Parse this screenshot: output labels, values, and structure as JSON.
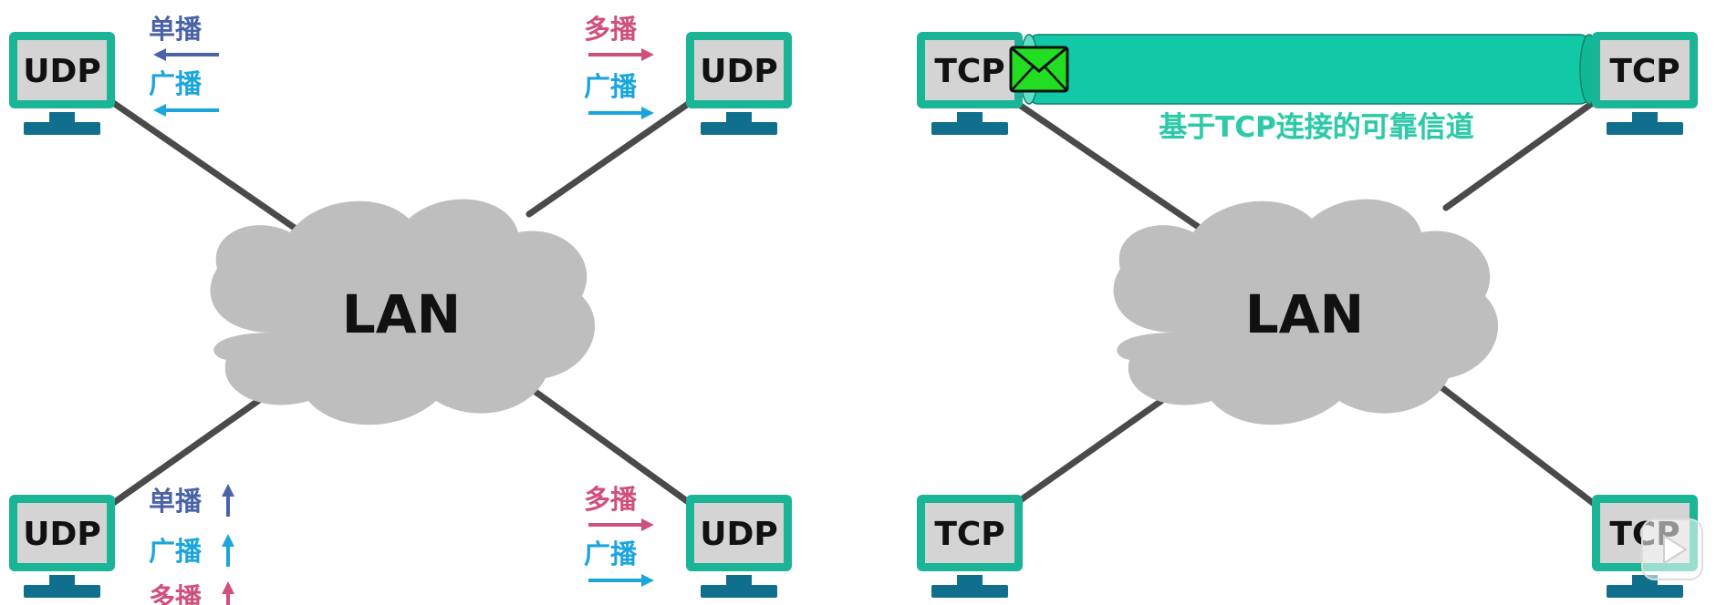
{
  "colors": {
    "teal": "#19b596",
    "screen": "#d4d4d4",
    "base": "#0f6f8c",
    "cloud": "#bebebe",
    "link": "#4a4a4a",
    "unicast": "#4a62a8",
    "broadcast": "#1aa6dd",
    "multicast": "#d0507a",
    "tunnel": "#11c9a6",
    "envelope": "#22dd22"
  },
  "udp_panel": {
    "cloud_label": "LAN",
    "hosts": [
      {
        "id": "top-left",
        "label": "UDP"
      },
      {
        "id": "top-right",
        "label": "UDP"
      },
      {
        "id": "bottom-left",
        "label": "UDP"
      },
      {
        "id": "bottom-right",
        "label": "UDP"
      }
    ],
    "top_left_tags": [
      {
        "text": "单播",
        "kind": "unicast",
        "arrow": "left"
      },
      {
        "text": "广播",
        "kind": "broadcast",
        "arrow": "left"
      }
    ],
    "top_right_tags": [
      {
        "text": "多播",
        "kind": "multicast",
        "arrow": "right"
      },
      {
        "text": "广播",
        "kind": "broadcast",
        "arrow": "right"
      }
    ],
    "bottom_left_tags": [
      {
        "text": "单播",
        "kind": "unicast",
        "arrow": "up"
      },
      {
        "text": "广播",
        "kind": "broadcast",
        "arrow": "up"
      },
      {
        "text": "多播",
        "kind": "multicast",
        "arrow": "up"
      }
    ],
    "bottom_right_tags": [
      {
        "text": "多播",
        "kind": "multicast",
        "arrow": "right"
      },
      {
        "text": "广播",
        "kind": "broadcast",
        "arrow": "right"
      }
    ]
  },
  "tcp_panel": {
    "cloud_label": "LAN",
    "hosts": [
      {
        "id": "top-left",
        "label": "TCP"
      },
      {
        "id": "top-right",
        "label": "TCP"
      },
      {
        "id": "bottom-left",
        "label": "TCP"
      },
      {
        "id": "bottom-right",
        "label": "TCP"
      }
    ],
    "tunnel_label": "基于TCP连接的可靠信道"
  },
  "overlay": {
    "play_icon": "play-icon"
  }
}
